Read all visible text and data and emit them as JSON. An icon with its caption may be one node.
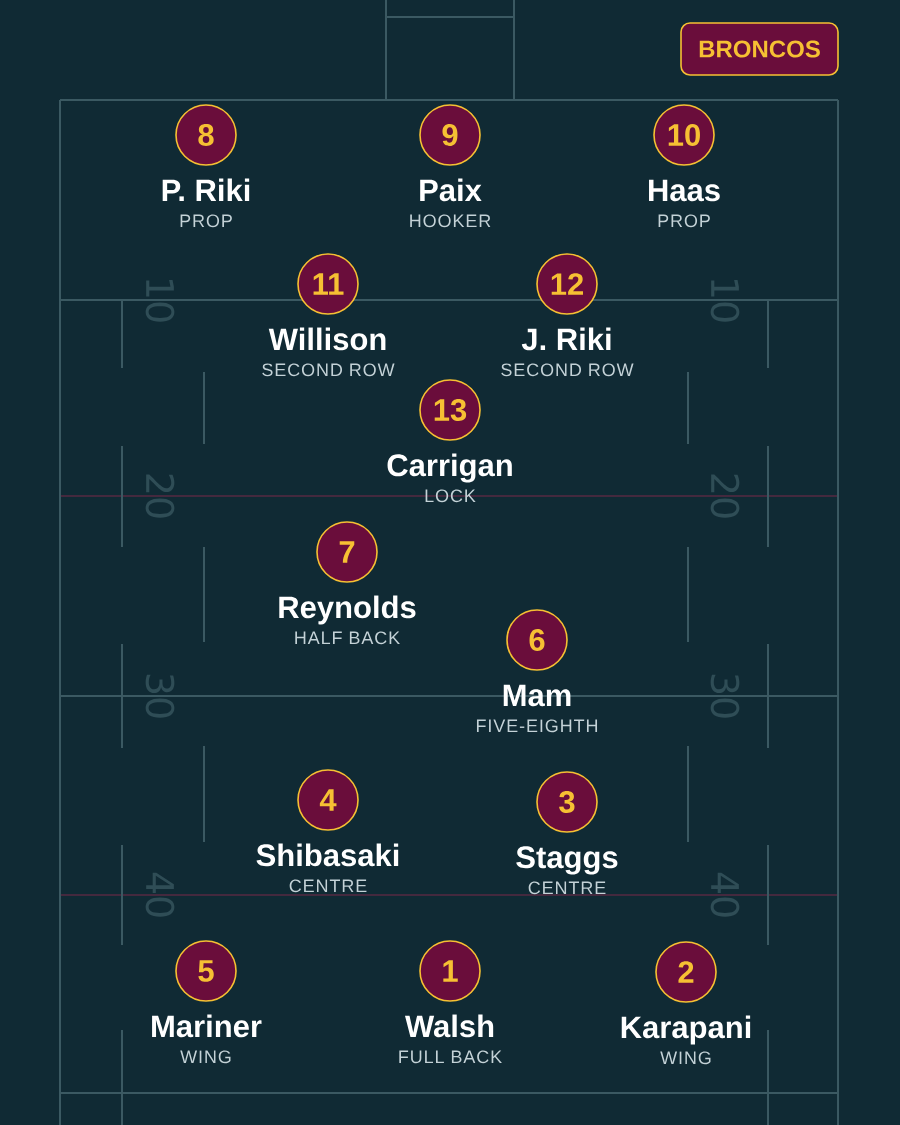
{
  "diagram": {
    "nodes": [
      {
        "text": [
          "BRONCOS"
        ]
      },
      {
        "text": [
          "8"
        ],
        "beside": [
          "P. Riki",
          "PROP"
        ]
      },
      {
        "text": [
          "9"
        ],
        "beside": [
          "Paix",
          "HOOKER"
        ]
      },
      {
        "text": [
          "10"
        ],
        "beside": [
          "Haas",
          "PROP"
        ]
      },
      {
        "text": [
          "11"
        ],
        "beside": [
          "Willison",
          "SECOND ROW"
        ]
      },
      {
        "text": [
          "12"
        ],
        "beside": [
          "J. Riki",
          "SECOND ROW"
        ]
      },
      {
        "text": [
          "13"
        ],
        "beside": [
          "Carrigan",
          "LOCK"
        ]
      },
      {
        "text": [
          "7"
        ],
        "beside": [
          "Reynolds",
          "HALF BACK"
        ]
      },
      {
        "text": [
          "6"
        ],
        "beside": [
          "Mam",
          "FIVE-EIGHTH"
        ]
      },
      {
        "text": [
          "4"
        ],
        "beside": [
          "Shibasaki",
          "CENTRE"
        ]
      },
      {
        "text": [
          "3"
        ],
        "beside": [
          "Staggs",
          "CENTRE"
        ]
      },
      {
        "text": [
          "5"
        ],
        "beside": [
          "Mariner",
          "WING"
        ]
      },
      {
        "text": [
          "1"
        ],
        "beside": [
          "Walsh",
          "FULL BACK"
        ]
      },
      {
        "text": [
          "2"
        ],
        "beside": [
          "Karapani",
          "WING"
        ]
      }
    ],
    "labels": [
      "10",
      "10",
      "20",
      "20",
      "30",
      "30",
      "40",
      "40"
    ]
  }
}
